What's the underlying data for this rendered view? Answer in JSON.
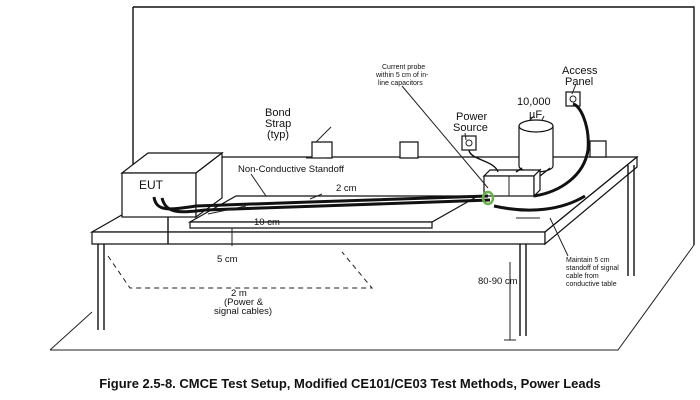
{
  "diagram": {
    "labels": {
      "eut": "EUT",
      "non_conductive_standoff": "Non-Conductive Standoff",
      "bond_strap_1": "Bond",
      "bond_strap_2": "Strap",
      "bond_strap_3": "(typ)",
      "power_source_1": "Power",
      "power_source_2": "Source",
      "capacitor_value_1": "10,000",
      "capacitor_value_2": "µF",
      "current_probe_1": "Current probe",
      "current_probe_2": "within 5 cm of in-",
      "current_probe_3": "line capacitors",
      "access_panel_1": "Access",
      "access_panel_2": "Panel",
      "dim_2cm": "2 cm",
      "dim_10cm": "10 cm",
      "dim_5cm": "5 cm",
      "dim_2m_1": "2 m",
      "dim_2m_2": "(Power &",
      "dim_2m_3": "signal cables)",
      "dim_80_90cm": "80-90 cm",
      "maintain_1": "Maintain 5 cm",
      "maintain_2": "standoff of signal",
      "maintain_3": "cable from",
      "maintain_4": "conductive table"
    },
    "caption": "Figure 2.5-8.  CMCE Test Setup, Modified CE101/CE03 Test Methods, Power Leads"
  }
}
